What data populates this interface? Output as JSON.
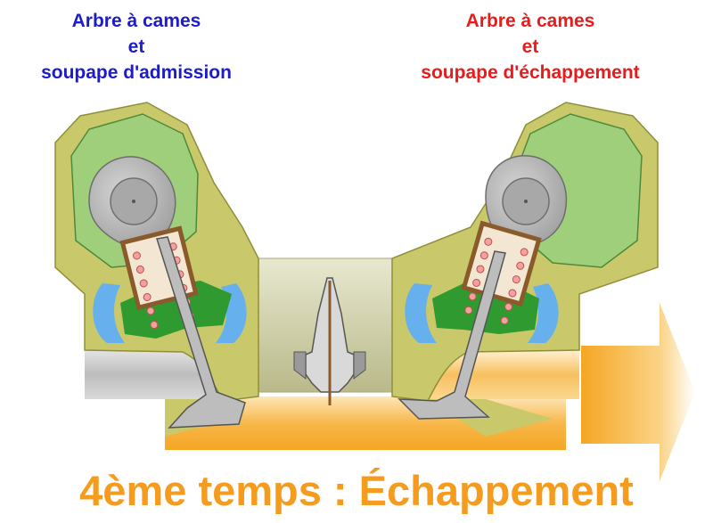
{
  "intake": {
    "line1": "Arbre à cames",
    "line2": "et",
    "line3": "soupape d'admission",
    "color": "#1c1ccc"
  },
  "exhaust": {
    "line1": "Arbre à cames",
    "line2": "et",
    "line3": "soupape d'échappement",
    "color": "#e81c1c"
  },
  "stage_title": "4ème temps : Échappement",
  "colors": {
    "head": "#c9c86a",
    "cam_housing": "#9fcf7a",
    "cam": "#b8b8b8",
    "spring_cup": "#8b5a2b",
    "spring_dot": "#f2a0a0",
    "coolant": "#66b0ee",
    "green_block": "#2f9a2f",
    "exhaust_gas": "#f5a623",
    "intake_port": "#c8c8c8",
    "title": "#f59b1e"
  }
}
